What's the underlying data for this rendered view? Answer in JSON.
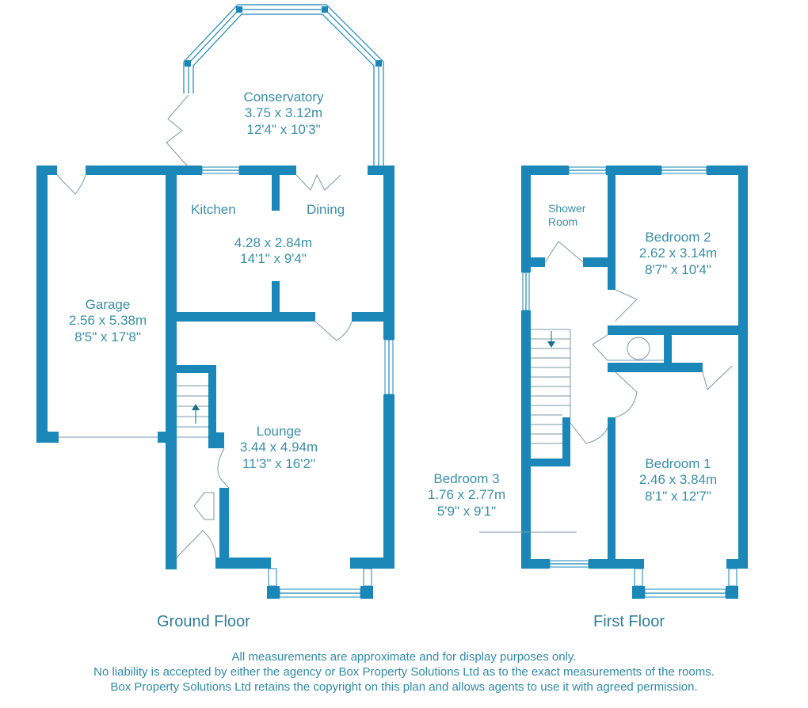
{
  "colors": {
    "wall": "#1a87b8",
    "text": "#3a8fa8"
  },
  "ground_floor": {
    "title": "Ground Floor",
    "rooms": {
      "conservatory": {
        "name": "Conservatory",
        "metric": "3.75 x 3.12m",
        "imperial": "12'4\" x 10'3\""
      },
      "kitchen_dining": {
        "name_a": "Kitchen",
        "name_b": "Dining",
        "metric": "4.28 x 2.84m",
        "imperial": "14'1\" x 9'4\""
      },
      "garage": {
        "name": "Garage",
        "metric": "2.56 x 5.38m",
        "imperial": "8'5\" x 17'8\""
      },
      "lounge": {
        "name": "Lounge",
        "metric": "3.44 x 4.94m",
        "imperial": "11'3\" x 16'2\""
      }
    }
  },
  "first_floor": {
    "title": "First Floor",
    "rooms": {
      "shower_room": {
        "name_line1": "Shower",
        "name_line2": "Room"
      },
      "bedroom2": {
        "name": "Bedroom 2",
        "metric": "2.62 x 3.14m",
        "imperial": "8'7\" x 10'4\""
      },
      "bedroom1": {
        "name": "Bedroom 1",
        "metric": "2.46 x 3.84m",
        "imperial": "8'1\" x 12'7\""
      },
      "bedroom3": {
        "name": "Bedroom 3",
        "metric": "1.76 x 2.77m",
        "imperial": "5'9\" x 9'1\""
      }
    }
  },
  "disclaimer": {
    "line1": "All measurements are approximate and for display purposes only.",
    "line2": "No liability is accepted by either the agency or Box Property Solutions Ltd as to the exact measurements of the rooms.",
    "line3": "Box Property Solutions Ltd retains the copyright on this plan and allows agents to use it with agreed permission."
  }
}
